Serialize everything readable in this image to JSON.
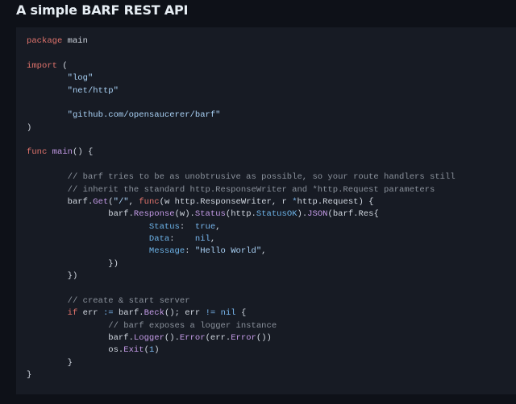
{
  "header": {
    "title": "A simple BARF REST API"
  },
  "theme": {
    "background": "#0e1118",
    "code_background": "#171b24",
    "keyword": "#e0736c",
    "function": "#c39ae6",
    "string": "#a9d1f5",
    "comment": "#8b929c",
    "field": "#6db3e8",
    "constant": "#79b8f0",
    "plain": "#d1d7e0"
  },
  "code": {
    "language": "go",
    "lines": [
      [
        [
          "kw",
          "package"
        ],
        [
          "plain",
          " main"
        ]
      ],
      [],
      [
        [
          "kw",
          "import"
        ],
        [
          "plain",
          " ("
        ]
      ],
      [
        [
          "plain",
          "        "
        ],
        [
          "str",
          "\"log\""
        ]
      ],
      [
        [
          "plain",
          "        "
        ],
        [
          "str",
          "\"net/http\""
        ]
      ],
      [],
      [
        [
          "plain",
          "        "
        ],
        [
          "str",
          "\"github.com/opensaucerer/barf\""
        ]
      ],
      [
        [
          "plain",
          ")"
        ]
      ],
      [],
      [
        [
          "kw",
          "func"
        ],
        [
          "plain",
          " "
        ],
        [
          "fn",
          "main"
        ],
        [
          "plain",
          "() {"
        ]
      ],
      [],
      [
        [
          "plain",
          "        "
        ],
        [
          "cmt",
          "// barf tries to be as unobtrusive as possible, so your route handlers still"
        ]
      ],
      [
        [
          "plain",
          "        "
        ],
        [
          "cmt",
          "// inherit the standard http.ResponseWriter and *http.Request parameters"
        ]
      ],
      [
        [
          "plain",
          "        barf."
        ],
        [
          "fn",
          "Get"
        ],
        [
          "plain",
          "("
        ],
        [
          "str",
          "\"/\""
        ],
        [
          "plain",
          ", "
        ],
        [
          "kw",
          "func"
        ],
        [
          "plain",
          "(w http.ResponseWriter, r "
        ],
        [
          "op",
          "*"
        ],
        [
          "plain",
          "http.Request) {"
        ]
      ],
      [
        [
          "plain",
          "                barf."
        ],
        [
          "fn",
          "Response"
        ],
        [
          "plain",
          "(w)."
        ],
        [
          "fn",
          "Status"
        ],
        [
          "plain",
          "(http."
        ],
        [
          "field",
          "StatusOK"
        ],
        [
          "plain",
          ")."
        ],
        [
          "fn",
          "JSON"
        ],
        [
          "plain",
          "(barf.Res{"
        ]
      ],
      [
        [
          "plain",
          "                        "
        ],
        [
          "field",
          "Status"
        ],
        [
          "plain",
          ":  "
        ],
        [
          "const",
          "true"
        ],
        [
          "plain",
          ","
        ]
      ],
      [
        [
          "plain",
          "                        "
        ],
        [
          "field",
          "Data"
        ],
        [
          "plain",
          ":    "
        ],
        [
          "const",
          "nil"
        ],
        [
          "plain",
          ","
        ]
      ],
      [
        [
          "plain",
          "                        "
        ],
        [
          "field",
          "Message"
        ],
        [
          "plain",
          ": "
        ],
        [
          "str",
          "\"Hello World\""
        ],
        [
          "plain",
          ","
        ]
      ],
      [
        [
          "plain",
          "                })"
        ]
      ],
      [
        [
          "plain",
          "        })"
        ]
      ],
      [],
      [
        [
          "plain",
          "        "
        ],
        [
          "cmt",
          "// create & start server"
        ]
      ],
      [
        [
          "plain",
          "        "
        ],
        [
          "kw",
          "if"
        ],
        [
          "plain",
          " err "
        ],
        [
          "op",
          ":="
        ],
        [
          "plain",
          " barf."
        ],
        [
          "fn",
          "Beck"
        ],
        [
          "plain",
          "(); err "
        ],
        [
          "op",
          "!="
        ],
        [
          "plain",
          " "
        ],
        [
          "const",
          "nil"
        ],
        [
          "plain",
          " {"
        ]
      ],
      [
        [
          "plain",
          "                "
        ],
        [
          "cmt",
          "// barf exposes a logger instance"
        ]
      ],
      [
        [
          "plain",
          "                barf."
        ],
        [
          "fn",
          "Logger"
        ],
        [
          "plain",
          "()."
        ],
        [
          "fn",
          "Error"
        ],
        [
          "plain",
          "(err."
        ],
        [
          "fn",
          "Error"
        ],
        [
          "plain",
          "())"
        ]
      ],
      [
        [
          "plain",
          "                os."
        ],
        [
          "fn",
          "Exit"
        ],
        [
          "plain",
          "("
        ],
        [
          "num",
          "1"
        ],
        [
          "plain",
          ")"
        ]
      ],
      [
        [
          "plain",
          "        }"
        ]
      ],
      [
        [
          "plain",
          "}"
        ]
      ]
    ]
  }
}
